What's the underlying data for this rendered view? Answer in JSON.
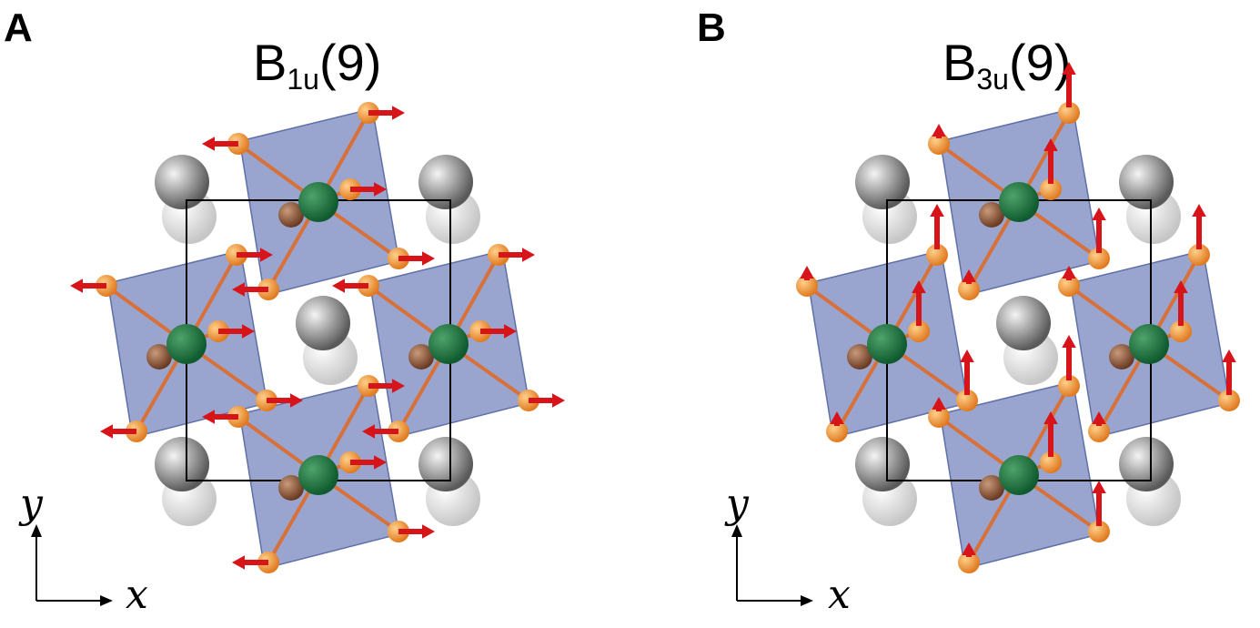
{
  "panels": [
    {
      "letter": "A",
      "mode_symbol": "B",
      "mode_subscript": "1u",
      "mode_index": "(9)",
      "displacement": "x",
      "axis_x": "x",
      "axis_y": "y"
    },
    {
      "letter": "B",
      "mode_symbol": "B",
      "mode_subscript": "3u",
      "mode_index": "(9)",
      "displacement": "y",
      "axis_x": "x",
      "axis_y": "y"
    }
  ],
  "colors": {
    "octahedron": "#7f8fc2",
    "octahedron_edge": "#5f6fa8",
    "b_site": "#0f5a2e",
    "oxygen": "#e07a20",
    "a_site": "#8a8a8a",
    "a_site_ghost": "#d6d6d6",
    "arrow": "#d7141a",
    "bond": "#d8703a",
    "cell": "#000000"
  }
}
